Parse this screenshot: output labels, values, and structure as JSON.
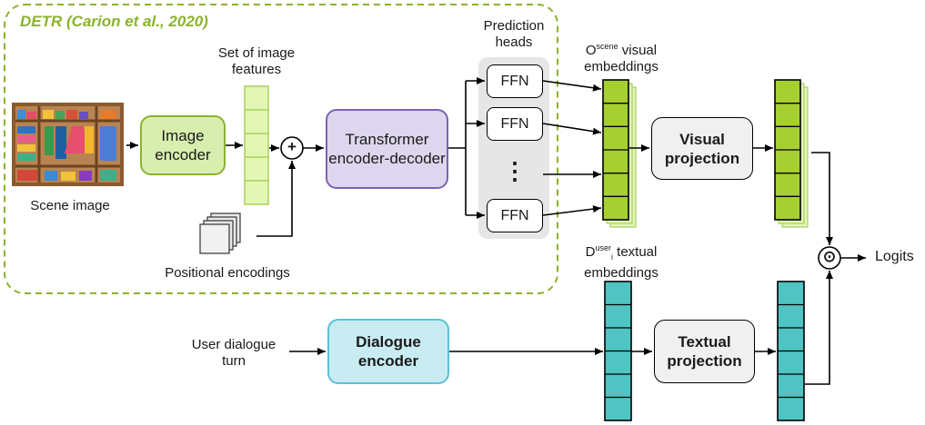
{
  "detr_title": "DETR (Carion et al., 2020)",
  "scene_image_label": "Scene image",
  "image_encoder_label": "Image encoder",
  "set_features_label": "Set of image features",
  "positional_label": "Positional encodings",
  "transformer_label": "Transformer encoder-decoder",
  "prediction_heads_label": "Prediction heads",
  "ffn_label": "FFN",
  "ellipsis": "⋮",
  "visual_embeddings": {
    "prefix": "O",
    "sup": "scene",
    "rest": "visual embeddings"
  },
  "textual_embeddings": {
    "prefix": "D",
    "sup": "user",
    "sub": "i",
    "rest": "textual embeddings"
  },
  "visual_projection_label": "Visual projection",
  "textual_projection_label": "Textual projection",
  "logits_label": "Logits",
  "user_dialogue_label": "User dialogue turn",
  "dialogue_encoder_label": "Dialogue encoder",
  "dot_operator": "⊙",
  "plus_operator": "+",
  "colors": {
    "detr_border": "#8bb22e",
    "image_encoder_fill": "#d8eeae",
    "image_encoder_border": "#8bb22e",
    "feature_fill": "#e3f6b6",
    "feature_border": "#a7d15a",
    "transformer_fill": "#ddd6ee",
    "transformer_border": "#7a63b3",
    "heads_bg": "#e6e6e6",
    "visual_emb_fill": "#a6cf32",
    "textual_emb_fill": "#4fc4c2",
    "dialogue_fill": "#c8ecf2",
    "dialogue_border": "#5ac2d6",
    "projection_fill": "#f0f0f0"
  }
}
